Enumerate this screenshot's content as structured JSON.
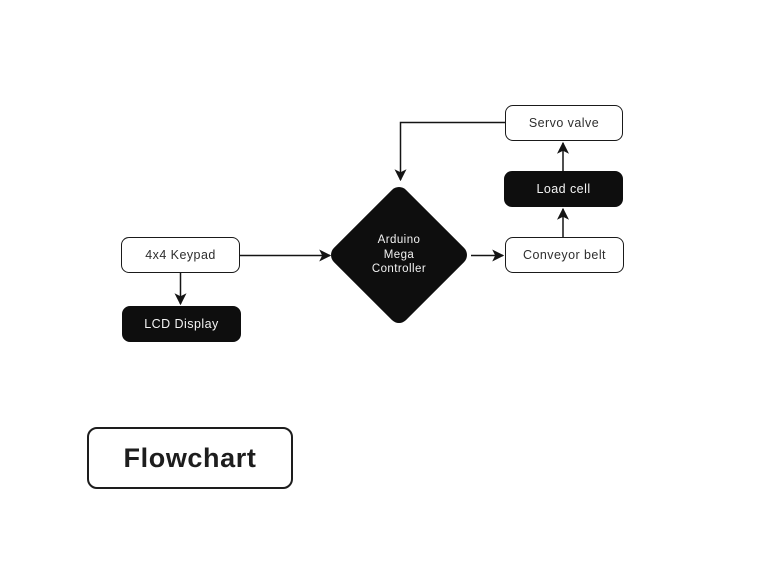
{
  "diagram": {
    "title": "Flowchart",
    "nodes": {
      "servo_valve": {
        "label": "Servo valve",
        "shape": "rounded-rect",
        "fill": "light"
      },
      "load_cell": {
        "label": "Load cell",
        "shape": "rounded-rect",
        "fill": "dark"
      },
      "conveyor_belt": {
        "label": "Conveyor belt",
        "shape": "rounded-rect",
        "fill": "light"
      },
      "keypad": {
        "label": "4x4 Keypad",
        "shape": "rounded-rect",
        "fill": "light"
      },
      "lcd_display": {
        "label": "LCD Display",
        "shape": "rounded-rect",
        "fill": "dark"
      },
      "controller": {
        "label": "Arduino Mega Controller",
        "lines": [
          "Arduino",
          "Mega",
          "Controller"
        ],
        "shape": "diamond",
        "fill": "dark"
      }
    },
    "edges": [
      {
        "from": "keypad",
        "to": "controller"
      },
      {
        "from": "keypad",
        "to": "lcd_display"
      },
      {
        "from": "controller",
        "to": "conveyor_belt"
      },
      {
        "from": "conveyor_belt",
        "to": "load_cell"
      },
      {
        "from": "load_cell",
        "to": "servo_valve"
      },
      {
        "from": "servo_valve",
        "to": "controller"
      }
    ],
    "colors": {
      "background": "#ffffff",
      "node_dark_fill": "#0e0e0e",
      "node_light_fill": "#ffffff",
      "node_border": "#1a1a1a",
      "text_dark": "#2e2e2e",
      "text_light": "#f4f4f4",
      "arrow": "#141414"
    }
  }
}
